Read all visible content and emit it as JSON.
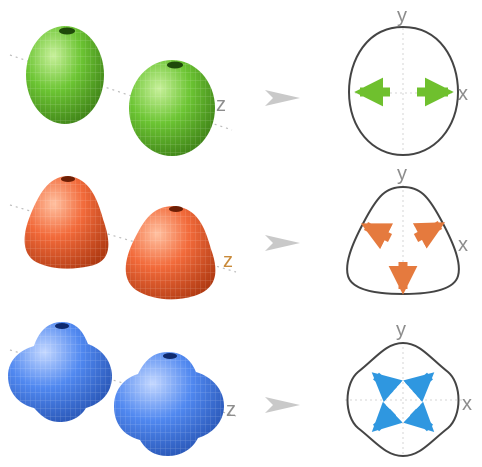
{
  "rows": [
    {
      "id": "ellipsoid",
      "color": "#5db82a",
      "color_dark": "#3d8216",
      "color_light": "#aee67c",
      "arrow_color": "#6fc02e",
      "shape": "oval cross-section with outward arrows along x",
      "axis_labels": {
        "y": "y",
        "x": "x",
        "z": "z"
      }
    },
    {
      "id": "triangular",
      "color": "#f06a3a",
      "color_dark": "#b93d15",
      "color_light": "#ffb08a",
      "arrow_color": "#e57a3e",
      "shape": "rounded-triangle cross-section with three outward arrows",
      "axis_labels": {
        "y": "y",
        "x": "x",
        "z": "z"
      }
    },
    {
      "id": "square",
      "color": "#4f86f0",
      "color_dark": "#2553b8",
      "color_light": "#a9c6ff",
      "arrow_color": "#2f97e0",
      "shape": "rounded-square (four-lobed) cross-section with four diagonal arrows",
      "axis_labels": {
        "y": "y",
        "x": "x",
        "z": "z"
      }
    }
  ],
  "transition_arrow_color": "#c9c9c9",
  "outline_color": "#444444",
  "axis_color": "#bdbdbd"
}
